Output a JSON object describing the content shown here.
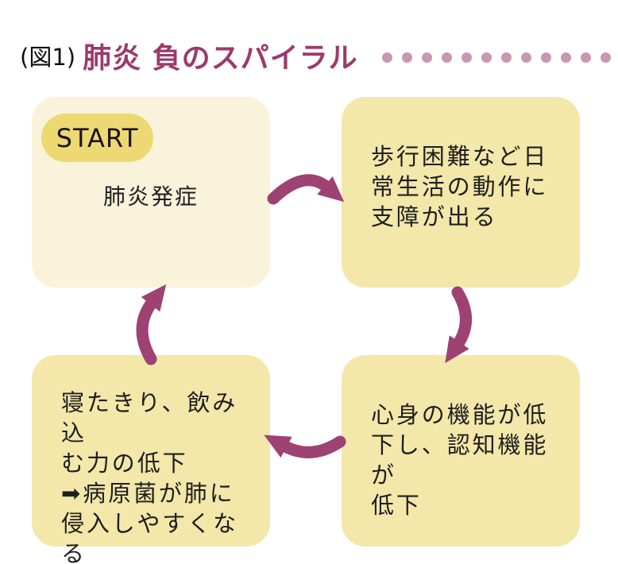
{
  "figure": {
    "label": "(図1)",
    "title": "肺炎 負のスパイラル",
    "dot_count": 14
  },
  "colors": {
    "accent": "#9d4272",
    "title": "#9c3a6c",
    "dot": "#c897b1",
    "box_cream": "#f8f3da",
    "box_yellow": "#f3e7aa",
    "start_pill": "#eed873",
    "ink": "#1e1e1e"
  },
  "nodes": [
    {
      "id": "pneumonia-onset",
      "badge": "START",
      "lines": [
        "肺炎発症"
      ]
    },
    {
      "id": "daily-life-impairment",
      "lines": [
        "歩行困難など日",
        "常生活の動作に",
        "支障が出る"
      ]
    },
    {
      "id": "cognitive-decline",
      "lines": [
        "心身の機能が低",
        "下し、認知機能が",
        "低下"
      ]
    },
    {
      "id": "bedridden-swallowing",
      "lines": [
        "寝たきり、飲み込",
        "む力の低下",
        "➡病原菌が肺に",
        "侵入しやすくなる"
      ]
    }
  ],
  "arrows": [
    {
      "name": "onset-to-impairment",
      "direction": "left box to right box, arcing over the top"
    },
    {
      "name": "impairment-to-decline",
      "direction": "top right box down to bottom right box"
    },
    {
      "name": "decline-to-bedridden",
      "direction": "right box to left box, dipping below"
    },
    {
      "name": "bedridden-to-onset",
      "direction": "bottom left box up to top left box"
    }
  ]
}
